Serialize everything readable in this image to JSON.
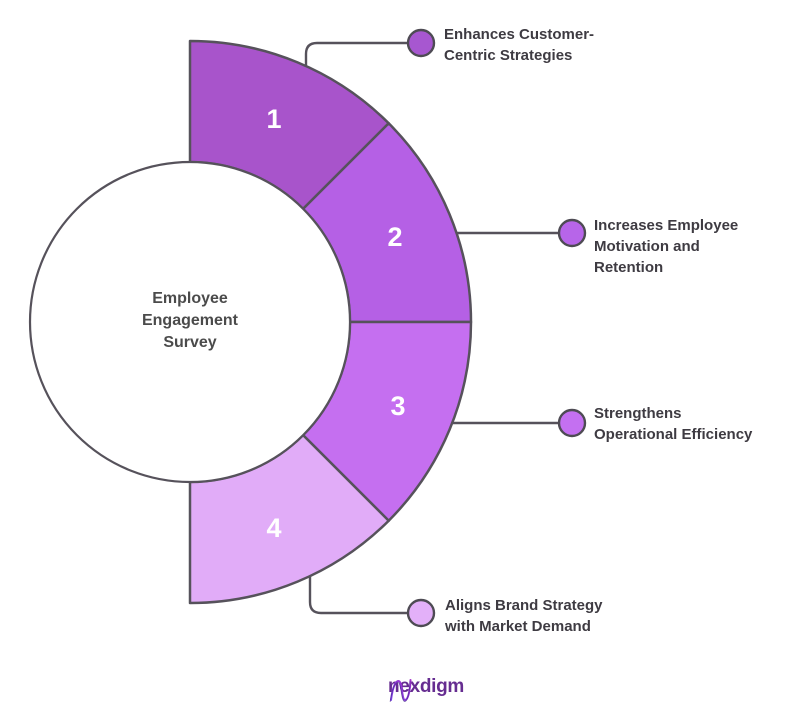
{
  "diagram": {
    "center": {
      "label": "Employee\nEngagement\nSurvey"
    },
    "segments": [
      {
        "number": "1",
        "label": "Enhances Customer-\nCentric Strategies",
        "color": "#A854CB",
        "bullet_color": "#A757D0"
      },
      {
        "number": "2",
        "label": "Increases Employee\nMotivation and\nRetention",
        "color": "#B560E5",
        "bullet_color": "#B765E9"
      },
      {
        "number": "3",
        "label": "Strengthens\nOperational Efficiency",
        "color": "#C56FF0",
        "bullet_color": "#C470F1"
      },
      {
        "number": "4",
        "label": "Aligns Brand Strategy\nwith Market Demand",
        "color": "#E1ACF8",
        "bullet_color": "#E3B0F9"
      }
    ],
    "colors": {
      "outline": "#56525B",
      "label_text": "#3E3B42",
      "center_text": "#4B4B4B",
      "number_text": "#FFFFFF",
      "background": "#FFFFFF"
    }
  },
  "footer": {
    "brand": "nexdigm",
    "brand_color": "#662D91"
  }
}
